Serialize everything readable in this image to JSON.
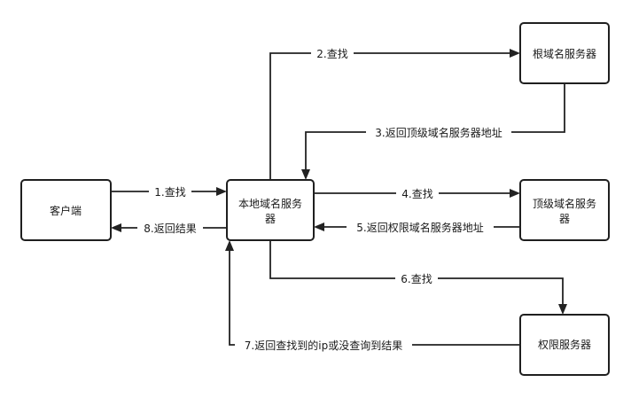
{
  "nodes": {
    "client": {
      "label": "客户端"
    },
    "local_dns": {
      "label_line1": "本地域名服务",
      "label_line2": "器"
    },
    "root_dns": {
      "label": "根域名服务器"
    },
    "tld_dns": {
      "label_line1": "顶级域名服务",
      "label_line2": "器"
    },
    "auth_dns": {
      "label": "权限服务器"
    }
  },
  "edges": {
    "e1": {
      "label": "1.查找"
    },
    "e2": {
      "label": "2.查找"
    },
    "e3": {
      "label": "3.返回顶级域名服务器地址"
    },
    "e4": {
      "label": "4.查找"
    },
    "e5": {
      "label": "5.返回权限域名服务器地址"
    },
    "e6": {
      "label": "6.查找"
    },
    "e7": {
      "label": "7.返回查找到的ip或没查询到结果"
    },
    "e8": {
      "label": "8.返回结果"
    }
  }
}
